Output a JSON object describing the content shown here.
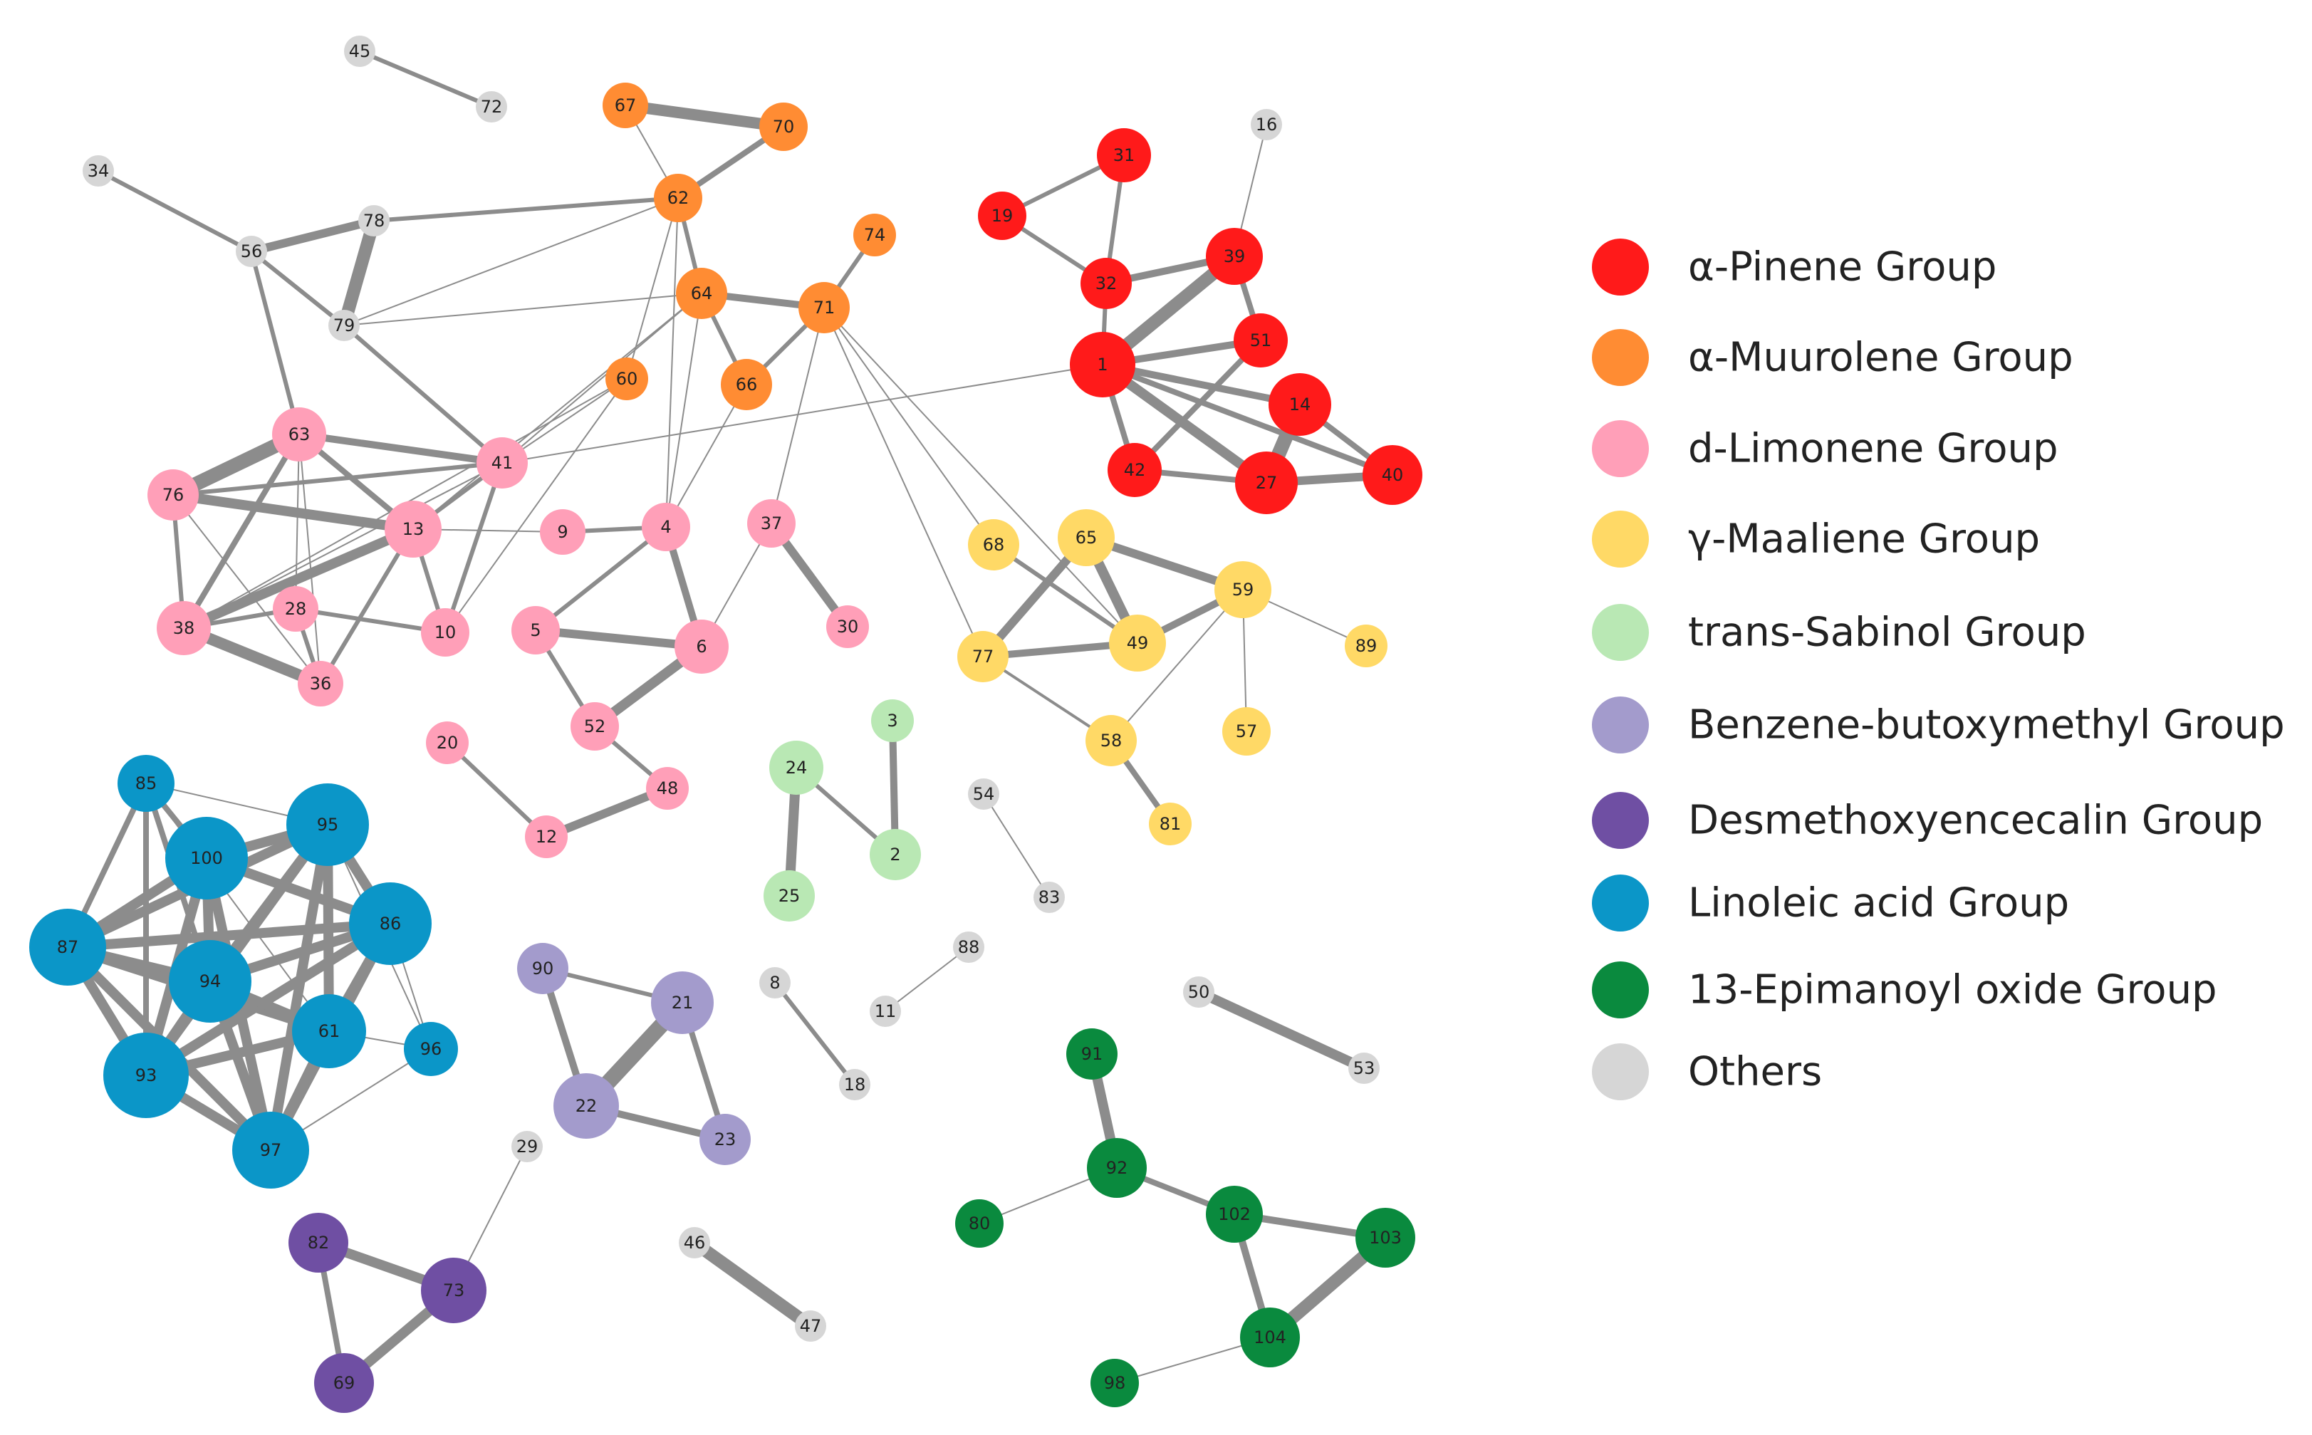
{
  "colors": {
    "pinene": "#ff1a1a",
    "muurolene": "#ff8c33",
    "limonene": "#ff9fb8",
    "maaliene": "#ffd966",
    "sabinol": "#b9e8b4",
    "benzene": "#a39bcc",
    "desmethoxy": "#6f4fa3",
    "linoleic": "#0b96c8",
    "epimanoyl": "#0a8a3e",
    "others": "#d6d6d6",
    "edge": "#8c8c8c"
  },
  "legend": [
    {
      "group": "pinene",
      "label": "α-Pinene Group"
    },
    {
      "group": "muurolene",
      "label": "α-Muurolene Group"
    },
    {
      "group": "limonene",
      "label": "d-Limonene Group"
    },
    {
      "group": "maaliene",
      "label": "γ-Maaliene Group"
    },
    {
      "group": "sabinol",
      "label": "trans-Sabinol Group"
    },
    {
      "group": "benzene",
      "label": "Benzene-butoxymethyl Group"
    },
    {
      "group": "desmethoxy",
      "label": "Desmethoxyencecalin Group"
    },
    {
      "group": "linoleic",
      "label": "Linoleic acid Group"
    },
    {
      "group": "epimanoyl",
      "label": "13-Epimanoyl oxide Group"
    },
    {
      "group": "others",
      "label": "Others"
    }
  ],
  "nodes": [
    {
      "id": "45",
      "group": "others"
    },
    {
      "id": "72",
      "group": "others"
    },
    {
      "id": "34",
      "group": "others"
    },
    {
      "id": "56",
      "group": "others"
    },
    {
      "id": "78",
      "group": "others"
    },
    {
      "id": "79",
      "group": "others"
    },
    {
      "id": "16",
      "group": "others"
    },
    {
      "id": "54",
      "group": "others"
    },
    {
      "id": "83",
      "group": "others"
    },
    {
      "id": "88",
      "group": "others"
    },
    {
      "id": "11",
      "group": "others"
    },
    {
      "id": "8",
      "group": "others"
    },
    {
      "id": "18",
      "group": "others"
    },
    {
      "id": "50",
      "group": "others"
    },
    {
      "id": "53",
      "group": "others"
    },
    {
      "id": "29",
      "group": "others"
    },
    {
      "id": "46",
      "group": "others"
    },
    {
      "id": "47",
      "group": "others"
    },
    {
      "id": "67",
      "group": "muurolene"
    },
    {
      "id": "70",
      "group": "muurolene"
    },
    {
      "id": "62",
      "group": "muurolene"
    },
    {
      "id": "74",
      "group": "muurolene"
    },
    {
      "id": "64",
      "group": "muurolene"
    },
    {
      "id": "71",
      "group": "muurolene"
    },
    {
      "id": "66",
      "group": "muurolene"
    },
    {
      "id": "60",
      "group": "muurolene"
    },
    {
      "id": "31",
      "group": "pinene"
    },
    {
      "id": "19",
      "group": "pinene"
    },
    {
      "id": "32",
      "group": "pinene"
    },
    {
      "id": "39",
      "group": "pinene"
    },
    {
      "id": "51",
      "group": "pinene"
    },
    {
      "id": "1",
      "group": "pinene"
    },
    {
      "id": "14",
      "group": "pinene"
    },
    {
      "id": "42",
      "group": "pinene"
    },
    {
      "id": "27",
      "group": "pinene"
    },
    {
      "id": "40",
      "group": "pinene"
    },
    {
      "id": "63",
      "group": "limonene"
    },
    {
      "id": "41",
      "group": "limonene"
    },
    {
      "id": "76",
      "group": "limonene"
    },
    {
      "id": "13",
      "group": "limonene"
    },
    {
      "id": "9",
      "group": "limonene"
    },
    {
      "id": "4",
      "group": "limonene"
    },
    {
      "id": "37",
      "group": "limonene"
    },
    {
      "id": "38",
      "group": "limonene"
    },
    {
      "id": "28",
      "group": "limonene"
    },
    {
      "id": "10",
      "group": "limonene"
    },
    {
      "id": "36",
      "group": "limonene"
    },
    {
      "id": "5",
      "group": "limonene"
    },
    {
      "id": "6",
      "group": "limonene"
    },
    {
      "id": "30",
      "group": "limonene"
    },
    {
      "id": "52",
      "group": "limonene"
    },
    {
      "id": "20",
      "group": "limonene"
    },
    {
      "id": "12",
      "group": "limonene"
    },
    {
      "id": "48",
      "group": "limonene"
    },
    {
      "id": "68",
      "group": "maaliene"
    },
    {
      "id": "65",
      "group": "maaliene"
    },
    {
      "id": "59",
      "group": "maaliene"
    },
    {
      "id": "77",
      "group": "maaliene"
    },
    {
      "id": "49",
      "group": "maaliene"
    },
    {
      "id": "89",
      "group": "maaliene"
    },
    {
      "id": "58",
      "group": "maaliene"
    },
    {
      "id": "57",
      "group": "maaliene"
    },
    {
      "id": "81",
      "group": "maaliene"
    },
    {
      "id": "3",
      "group": "sabinol"
    },
    {
      "id": "24",
      "group": "sabinol"
    },
    {
      "id": "2",
      "group": "sabinol"
    },
    {
      "id": "25",
      "group": "sabinol"
    },
    {
      "id": "90",
      "group": "benzene"
    },
    {
      "id": "21",
      "group": "benzene"
    },
    {
      "id": "22",
      "group": "benzene"
    },
    {
      "id": "23",
      "group": "benzene"
    },
    {
      "id": "85",
      "group": "linoleic"
    },
    {
      "id": "95",
      "group": "linoleic"
    },
    {
      "id": "100",
      "group": "linoleic"
    },
    {
      "id": "86",
      "group": "linoleic"
    },
    {
      "id": "87",
      "group": "linoleic"
    },
    {
      "id": "94",
      "group": "linoleic"
    },
    {
      "id": "61",
      "group": "linoleic"
    },
    {
      "id": "96",
      "group": "linoleic"
    },
    {
      "id": "93",
      "group": "linoleic"
    },
    {
      "id": "97",
      "group": "linoleic"
    },
    {
      "id": "82",
      "group": "desmethoxy"
    },
    {
      "id": "73",
      "group": "desmethoxy"
    },
    {
      "id": "69",
      "group": "desmethoxy"
    },
    {
      "id": "91",
      "group": "epimanoyl"
    },
    {
      "id": "92",
      "group": "epimanoyl"
    },
    {
      "id": "80",
      "group": "epimanoyl"
    },
    {
      "id": "102",
      "group": "epimanoyl"
    },
    {
      "id": "103",
      "group": "epimanoyl"
    },
    {
      "id": "104",
      "group": "epimanoyl"
    },
    {
      "id": "98",
      "group": "epimanoyl"
    }
  ],
  "edges": [
    [
      "45",
      "72"
    ],
    [
      "34",
      "56"
    ],
    [
      "56",
      "78"
    ],
    [
      "56",
      "79"
    ],
    [
      "78",
      "79"
    ],
    [
      "78",
      "62"
    ],
    [
      "79",
      "62"
    ],
    [
      "79",
      "64"
    ],
    [
      "79",
      "41"
    ],
    [
      "56",
      "63"
    ],
    [
      "67",
      "70"
    ],
    [
      "67",
      "62"
    ],
    [
      "62",
      "70"
    ],
    [
      "62",
      "64"
    ],
    [
      "62",
      "60"
    ],
    [
      "62",
      "4"
    ],
    [
      "64",
      "71"
    ],
    [
      "64",
      "66"
    ],
    [
      "71",
      "66"
    ],
    [
      "71",
      "74"
    ],
    [
      "71",
      "37"
    ],
    [
      "71",
      "77"
    ],
    [
      "71",
      "68"
    ],
    [
      "71",
      "49"
    ],
    [
      "64",
      "4"
    ],
    [
      "64",
      "41"
    ],
    [
      "64",
      "13"
    ],
    [
      "66",
      "4"
    ],
    [
      "60",
      "10"
    ],
    [
      "60",
      "38"
    ],
    [
      "60",
      "41"
    ],
    [
      "16",
      "39"
    ],
    [
      "31",
      "19"
    ],
    [
      "31",
      "32"
    ],
    [
      "19",
      "32"
    ],
    [
      "32",
      "39"
    ],
    [
      "32",
      "1"
    ],
    [
      "39",
      "1"
    ],
    [
      "39",
      "51"
    ],
    [
      "1",
      "51"
    ],
    [
      "1",
      "14"
    ],
    [
      "1",
      "42"
    ],
    [
      "1",
      "27"
    ],
    [
      "1",
      "40"
    ],
    [
      "1",
      "41"
    ],
    [
      "51",
      "42"
    ],
    [
      "14",
      "27"
    ],
    [
      "14",
      "40"
    ],
    [
      "27",
      "40"
    ],
    [
      "42",
      "27"
    ],
    [
      "63",
      "76"
    ],
    [
      "63",
      "41"
    ],
    [
      "63",
      "13"
    ],
    [
      "63",
      "38"
    ],
    [
      "63",
      "28"
    ],
    [
      "63",
      "36"
    ],
    [
      "76",
      "13"
    ],
    [
      "76",
      "38"
    ],
    [
      "76",
      "41"
    ],
    [
      "76",
      "36"
    ],
    [
      "13",
      "38"
    ],
    [
      "13",
      "10"
    ],
    [
      "13",
      "36"
    ],
    [
      "13",
      "9"
    ],
    [
      "13",
      "41"
    ],
    [
      "41",
      "10"
    ],
    [
      "41",
      "38"
    ],
    [
      "9",
      "4"
    ],
    [
      "4",
      "5"
    ],
    [
      "4",
      "6"
    ],
    [
      "5",
      "6"
    ],
    [
      "5",
      "52"
    ],
    [
      "6",
      "52"
    ],
    [
      "6",
      "37"
    ],
    [
      "37",
      "30"
    ],
    [
      "38",
      "28"
    ],
    [
      "38",
      "36"
    ],
    [
      "28",
      "10"
    ],
    [
      "28",
      "36"
    ],
    [
      "52",
      "48"
    ],
    [
      "20",
      "12"
    ],
    [
      "12",
      "48"
    ],
    [
      "68",
      "49"
    ],
    [
      "65",
      "77"
    ],
    [
      "65",
      "49"
    ],
    [
      "65",
      "59"
    ],
    [
      "77",
      "49"
    ],
    [
      "77",
      "58"
    ],
    [
      "49",
      "59"
    ],
    [
      "59",
      "89"
    ],
    [
      "59",
      "57"
    ],
    [
      "59",
      "58"
    ],
    [
      "58",
      "81"
    ],
    [
      "3",
      "2"
    ],
    [
      "24",
      "2"
    ],
    [
      "24",
      "25"
    ],
    [
      "54",
      "83"
    ],
    [
      "88",
      "11"
    ],
    [
      "8",
      "18"
    ],
    [
      "50",
      "53"
    ],
    [
      "46",
      "47"
    ],
    [
      "29",
      "73"
    ],
    [
      "90",
      "21"
    ],
    [
      "90",
      "22"
    ],
    [
      "21",
      "22"
    ],
    [
      "21",
      "23"
    ],
    [
      "22",
      "23"
    ],
    [
      "85",
      "100"
    ],
    [
      "85",
      "95"
    ],
    [
      "85",
      "87"
    ],
    [
      "85",
      "94"
    ],
    [
      "85",
      "93"
    ],
    [
      "85",
      "61"
    ],
    [
      "95",
      "100"
    ],
    [
      "95",
      "86"
    ],
    [
      "95",
      "87"
    ],
    [
      "95",
      "94"
    ],
    [
      "95",
      "93"
    ],
    [
      "95",
      "61"
    ],
    [
      "95",
      "97"
    ],
    [
      "100",
      "86"
    ],
    [
      "100",
      "87"
    ],
    [
      "100",
      "94"
    ],
    [
      "100",
      "93"
    ],
    [
      "100",
      "97"
    ],
    [
      "86",
      "94"
    ],
    [
      "86",
      "61"
    ],
    [
      "86",
      "96"
    ],
    [
      "86",
      "93"
    ],
    [
      "86",
      "97"
    ],
    [
      "86",
      "87"
    ],
    [
      "87",
      "94"
    ],
    [
      "87",
      "93"
    ],
    [
      "87",
      "97"
    ],
    [
      "87",
      "61"
    ],
    [
      "94",
      "61"
    ],
    [
      "94",
      "93"
    ],
    [
      "94",
      "97"
    ],
    [
      "61",
      "96"
    ],
    [
      "61",
      "93"
    ],
    [
      "61",
      "97"
    ],
    [
      "96",
      "97"
    ],
    [
      "93",
      "97"
    ],
    [
      "95",
      "96"
    ],
    [
      "82",
      "73"
    ],
    [
      "82",
      "69"
    ],
    [
      "73",
      "69"
    ],
    [
      "91",
      "92"
    ],
    [
      "92",
      "80"
    ],
    [
      "92",
      "102"
    ],
    [
      "102",
      "103"
    ],
    [
      "102",
      "104"
    ],
    [
      "103",
      "104"
    ],
    [
      "104",
      "98"
    ]
  ]
}
